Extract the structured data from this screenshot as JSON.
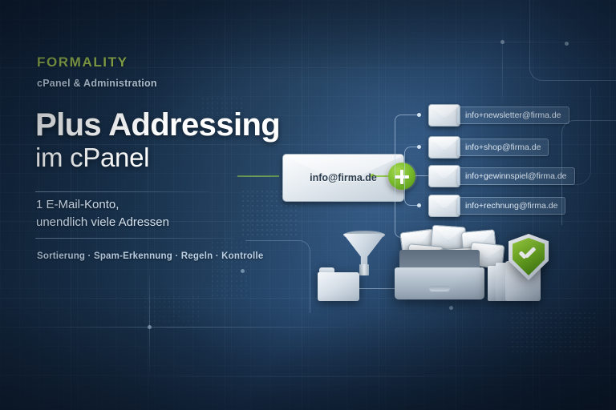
{
  "brand": {
    "eyebrow": "FORMALITY",
    "kicker": "cPanel & Administration"
  },
  "headline": {
    "line1": "Plus Addressing",
    "line2": "im cPanel"
  },
  "subtitle": {
    "line1": "1 E-Mail-Konto,",
    "line2": "unendlich viele Adressen"
  },
  "keywords": "Sortierung · Spam-Erkennung · Regeln · Kontrolle",
  "diagram": {
    "source_label": "info@firma.de",
    "plus_badge": "+",
    "aliases": [
      {
        "address": "info+newsletter@firma.de"
      },
      {
        "address": "info+shop@firma.de"
      },
      {
        "address": "info+gewinnspiel@firma.de"
      },
      {
        "address": "info+rechnung@firma.de"
      }
    ]
  },
  "illustration": {
    "icons": [
      "funnel-icon",
      "folder-icon",
      "inbox-tray-icon",
      "folder-stack-icon",
      "shield-check-icon"
    ]
  },
  "colors": {
    "accent_green": "#a8cc52",
    "badge_green": "#79bb2c",
    "shield_green": "#6aa81f",
    "background_navy": "#1b3350",
    "text_white": "#ffffff",
    "text_muted": "#c4d6e8"
  }
}
